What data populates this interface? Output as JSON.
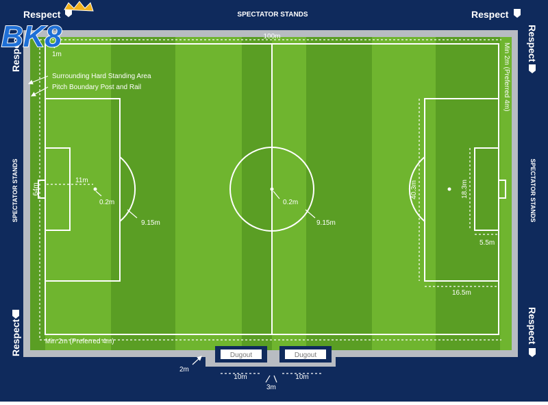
{
  "brand": {
    "logo_text": "BK8"
  },
  "banner": {
    "respect": "Respect"
  },
  "stands": {
    "label": "SPECTATOR STANDS"
  },
  "dugouts": {
    "label": "Dugout"
  },
  "dimensions": {
    "length": "100m",
    "width": "64m",
    "one_metre": "1m",
    "min_top": "Min 2m (Preferred 4m)",
    "min_bottom": "Min 2m (Preferred 4m)",
    "penalty_spot": "11m",
    "spot_small": "0.2m",
    "arc_radius": "9.15m",
    "centre_spot": "0.2m",
    "centre_radius": "9.15m",
    "penalty_box_width": "40.3m",
    "goal_area_width": "18.3m",
    "goal_area_depth": "5.5m",
    "penalty_box_depth": "16.5m",
    "dugout_gap": "2m",
    "dugout_length": "10m",
    "dugout_between": "3m"
  },
  "legend": {
    "hard_standing": "Surrounding Hard Standing Area",
    "boundary_post": "Pitch Boundary Post and Rail"
  },
  "colors": {
    "navy": "#0f2a5c",
    "grey_border": "#b8bcc2",
    "grass_light": "#6fb52f",
    "grass_dark": "#5a9e24",
    "logo_blue": "#1e6fd6",
    "logo_gold": "#f2b21c"
  }
}
